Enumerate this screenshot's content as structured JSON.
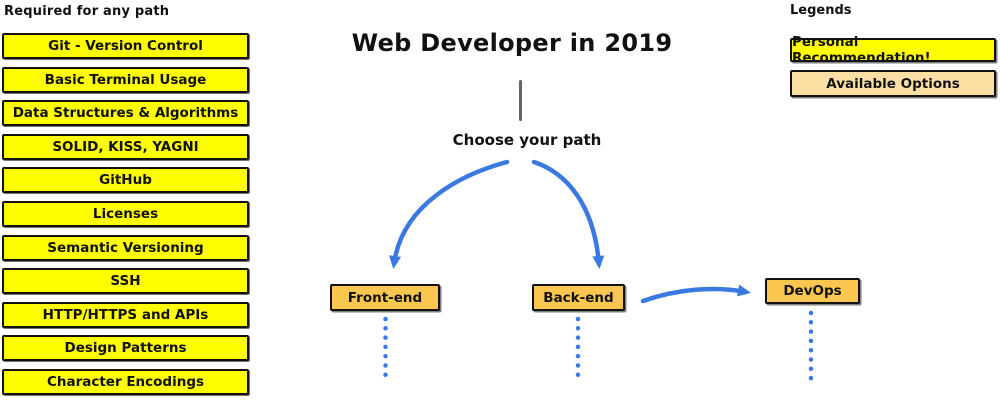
{
  "required": {
    "heading": "Required for any path",
    "items": [
      "Git - Version Control",
      "Basic Terminal Usage",
      "Data Structures & Algorithms",
      "SOLID, KISS, YAGNI",
      "GitHub",
      "Licenses",
      "Semantic Versioning",
      "SSH",
      "HTTP/HTTPS and APIs",
      "Design Patterns",
      "Character Encodings"
    ]
  },
  "main": {
    "title": "Web Developer in 2019",
    "choose_label": "Choose your path",
    "paths": [
      {
        "label": "Front-end"
      },
      {
        "label": "Back-end"
      },
      {
        "label": "DevOps"
      }
    ]
  },
  "legends": {
    "heading": "Legends",
    "personal": "Personal Recommendation!",
    "available": "Available Options"
  },
  "colors": {
    "yellow": "#FEFE00",
    "orange": "#F9C74F",
    "tan": "#FCE0A3",
    "blue": "#3A78E2",
    "gray": "#666666",
    "ink": "#111111"
  }
}
